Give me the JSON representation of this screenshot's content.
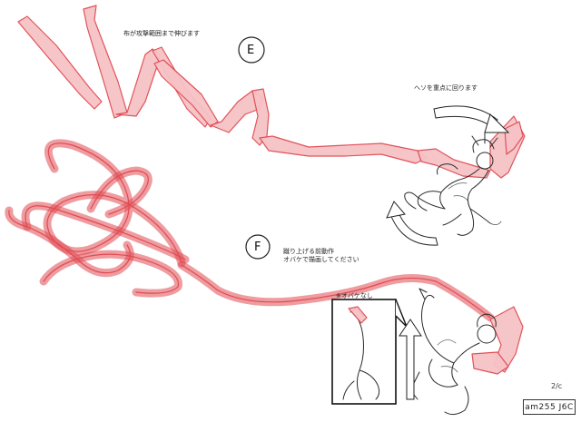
{
  "sections": {
    "e": {
      "label": "E",
      "note": "布が攻撃範囲まで伸びます",
      "rotate_note": "ヘソを重点に回ります"
    },
    "f": {
      "label": "F",
      "note_line1": "蹴り上げる前動作",
      "note_line2": "オバケで描画してください",
      "inset_note": "※オバケなし"
    }
  },
  "footer": {
    "page": "2/c",
    "code": "am255 J6C"
  },
  "colors": {
    "ribbon_fill": "#f6c2c6",
    "ribbon_stroke": "#e04a52",
    "pencil": "#2a2a2a"
  }
}
